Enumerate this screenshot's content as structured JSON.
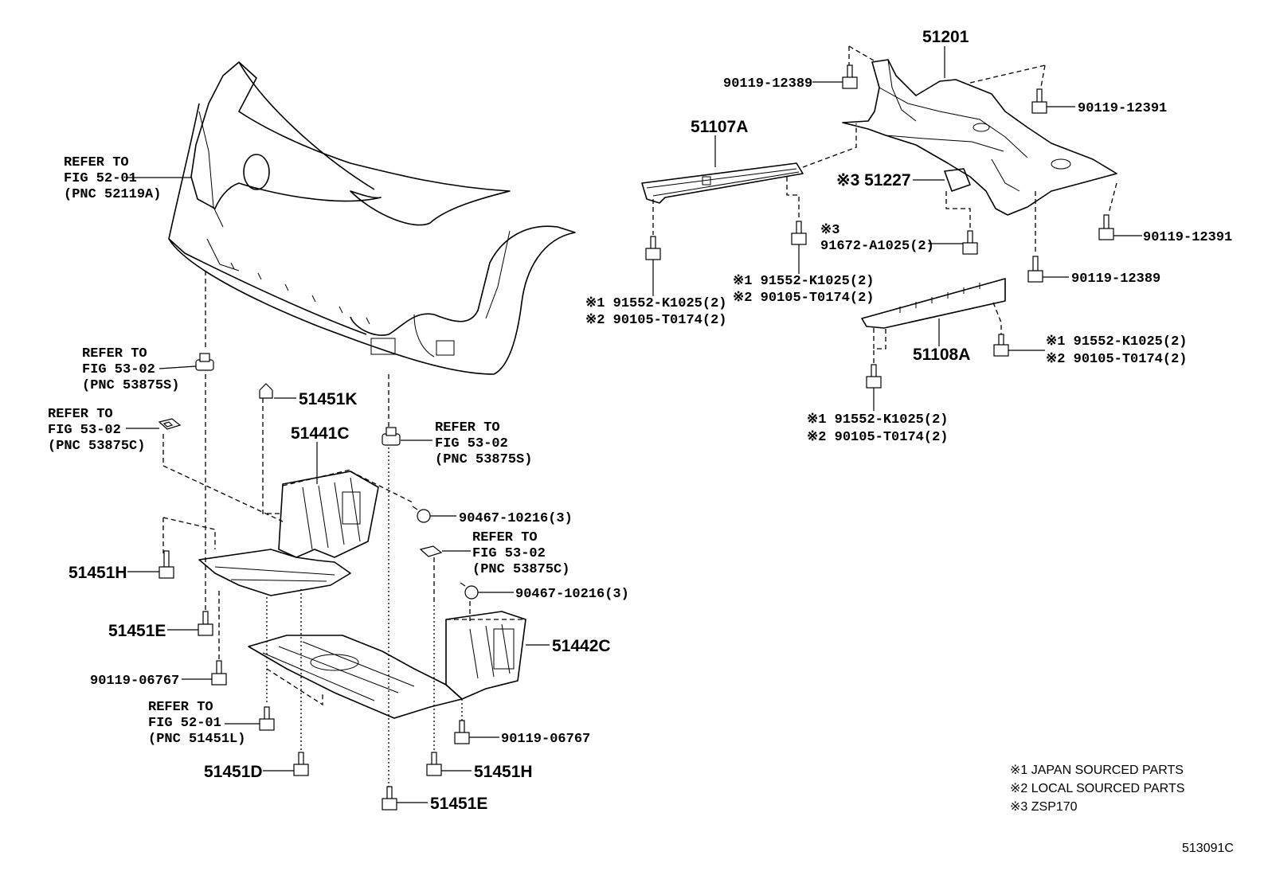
{
  "diagram": {
    "refs": {
      "bumper_cover": [
        "REFER TO",
        "FIG 52-01",
        "(PNC 52119A)"
      ],
      "clip_53875s_left": [
        "REFER TO",
        "FIG 53-02",
        "(PNC 53875S)"
      ],
      "clip_53875c_left": [
        "REFER TO",
        "FIG 53-02",
        "(PNC 53875C)"
      ],
      "clip_53875s_right": [
        "REFER TO",
        "FIG 53-02",
        "(PNC 53875S)"
      ],
      "clip_53875c_right": [
        "REFER TO",
        "FIG 53-02",
        "(PNC 53875C)"
      ],
      "bolt_51451l": [
        "REFER TO",
        "FIG 52-01",
        "(PNC 51451L)"
      ]
    },
    "parts": {
      "p51451k": "51451K",
      "p51441c": "51441C",
      "p90467_a": "90467-10216(3)",
      "p90467_b": "90467-10216(3)",
      "p51451h_left": "51451H",
      "p51451e_left": "51451E",
      "p90119_06767_left": "90119-06767",
      "p51451d": "51451D",
      "p51442c": "51442C",
      "p90119_06767_right": "90119-06767",
      "p51451h_right": "51451H",
      "p51451e_right": "51451E",
      "p51201": "51201",
      "p90119_12389_top": "90119-12389",
      "p90119_12391_top": "90119-12391",
      "p51107a": "51107A",
      "p51227": "※3 51227",
      "p90119_12391_right": "90119-12391",
      "p91672_mark": "※3",
      "p91672": "91672-A1025(2)",
      "p90119_12389_right": "90119-12389",
      "p51108a": "51108A",
      "grp_a1": "※1 91552-K1025(2)",
      "grp_a2": "※2 90105-T0174(2)",
      "grp_b1": "※1 91552-K1025(2)",
      "grp_b2": "※2 90105-T0174(2)",
      "grp_c1": "※1 91552-K1025(2)",
      "grp_c2": "※2 90105-T0174(2)",
      "grp_d1": "※1 91552-K1025(2)",
      "grp_d2": "※2 90105-T0174(2)"
    },
    "notes": [
      "※1 JAPAN SOURCED PARTS",
      "※2 LOCAL SOURCED PARTS",
      "※3 ZSP170"
    ],
    "figure_code": "513091C"
  }
}
